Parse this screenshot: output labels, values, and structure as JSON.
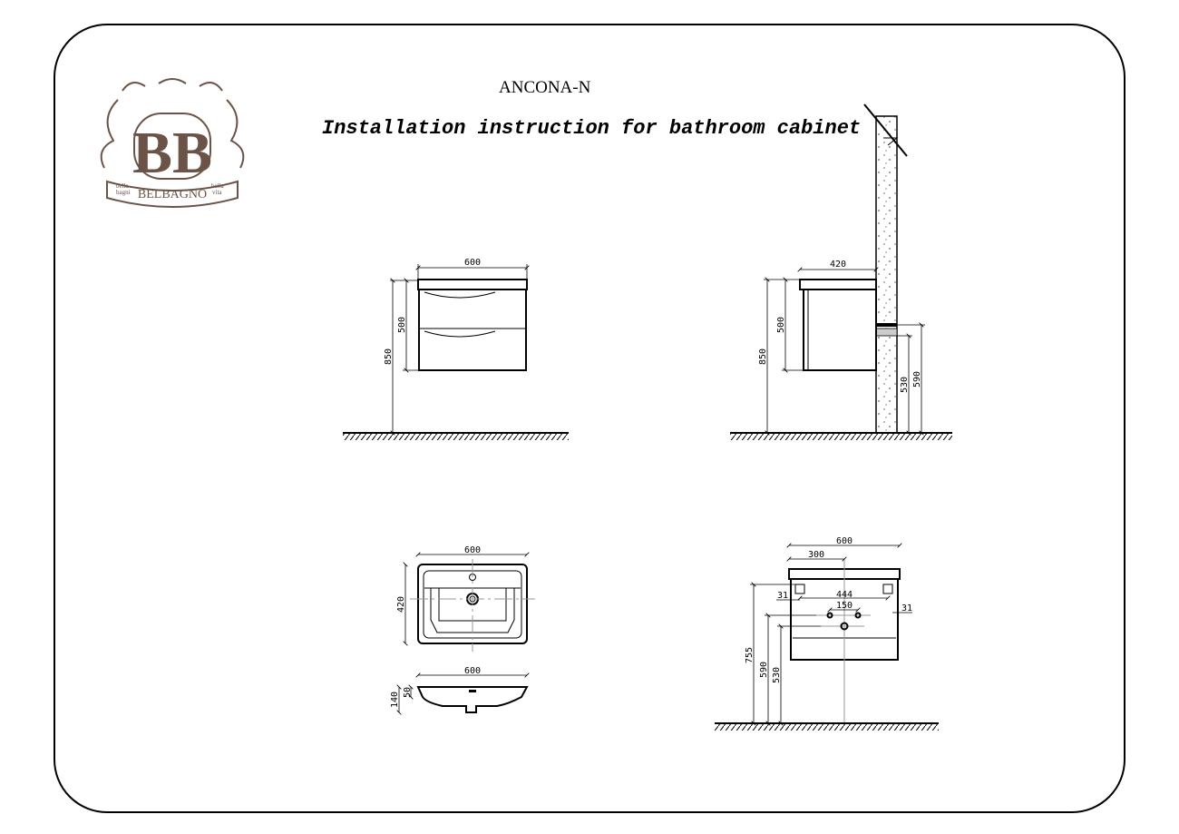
{
  "header": {
    "model": "ANCONA-N",
    "subtitle": "Installation instruction for bathroom cabinet"
  },
  "logo": {
    "brand": "BELBAGNO",
    "left_motto": "bella bagni",
    "right_motto": "bella vita",
    "monogram": "BB"
  },
  "front_view": {
    "width": "600",
    "cabinet_height": "500",
    "mount_height": "850"
  },
  "side_view": {
    "depth": "420",
    "cabinet_height": "500",
    "mount_height": "850",
    "outlet_530": "530",
    "outlet_590": "590"
  },
  "basin_top_view": {
    "width": "600",
    "depth": "420"
  },
  "basin_section": {
    "width": "600",
    "height": "140",
    "rim": "50"
  },
  "back_view": {
    "width": "600",
    "half_width": "300",
    "bracket_spacing": "444",
    "pipe_spacing": "150",
    "left_offset": "31",
    "right_offset": "31",
    "bracket_height": "755",
    "pipe_height": "590",
    "drain_height": "530"
  },
  "colors": {
    "line": "#000000",
    "logo": "#6b5347",
    "centerline": "#999999"
  }
}
